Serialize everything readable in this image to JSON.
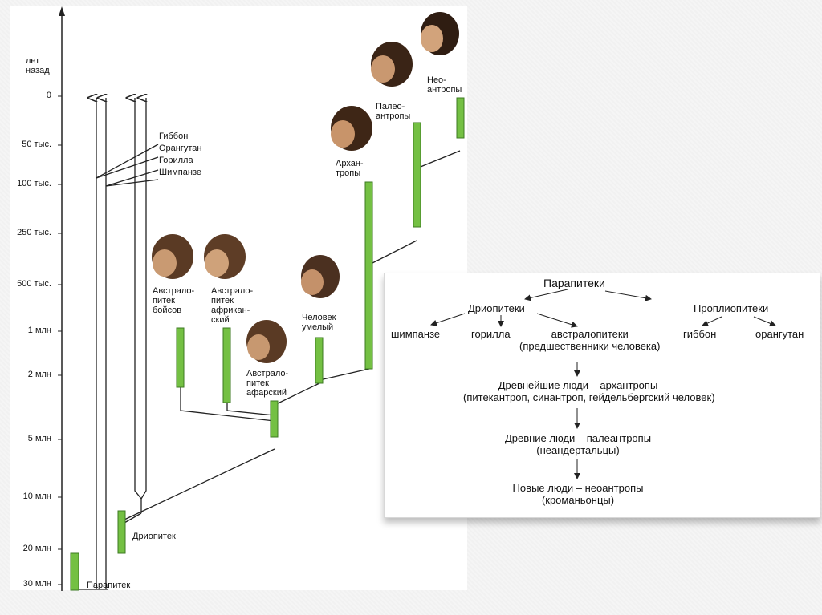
{
  "colors": {
    "bar": "#74c043",
    "bar_border": "#3c7a22",
    "line": "#222222"
  },
  "axis": {
    "unit_label_line1": "лет",
    "unit_label_line2": "назад",
    "ticks": [
      "0",
      "50 тыс.",
      "100 тыс.",
      "250 тыс.",
      "500 тыс.",
      "1 млн",
      "2 млн",
      "5 млн",
      "10 млн",
      "20 млн",
      "30 млн"
    ]
  },
  "apes": {
    "gibbon": "Гиббон",
    "orangutan": "Орангутан",
    "gorilla": "Горилла",
    "chimpanzee": "Шимпанзе"
  },
  "species": {
    "parapithecus": "Парапитек",
    "dryopithecus": "Дриопитек",
    "boisei_1": "Австрало-",
    "boisei_2": "питек",
    "boisei_3": "бойсов",
    "africanus_1": "Австрало-",
    "africanus_2": "питек",
    "africanus_3": "африкан-",
    "africanus_4": "ский",
    "afarensis_1": "Австрало-",
    "afarensis_2": "питек",
    "afarensis_3": "афарский",
    "habilis_1": "Человек",
    "habilis_2": "умелый",
    "archanthropes_1": "Архан-",
    "archanthropes_2": "тропы",
    "paleoanthropes_1": "Палео-",
    "paleoanthropes_2": "антропы",
    "neoanthropes_1": "Нео-",
    "neoanthropes_2": "антропы"
  },
  "tree": {
    "root": "Парапитеки",
    "dryo": "Дриопитеки",
    "proplio": "Проплиопитеки",
    "chimp": "шимпанзе",
    "gorilla": "горилла",
    "austr": "австралопитеки",
    "austr_note": "(предшественники человека)",
    "gibbon": "гиббон",
    "orangutan": "орангутан",
    "ancient1": "Древнейшие люди – архантропы",
    "ancient1_note": "(питекантроп, синантроп, гейдельбергский человек)",
    "ancient2": "Древние люди – палеантропы",
    "ancient2_note": "(неандертальцы)",
    "new": "Новые люди – неоантропы",
    "new_note": "(кроманьонцы)"
  }
}
